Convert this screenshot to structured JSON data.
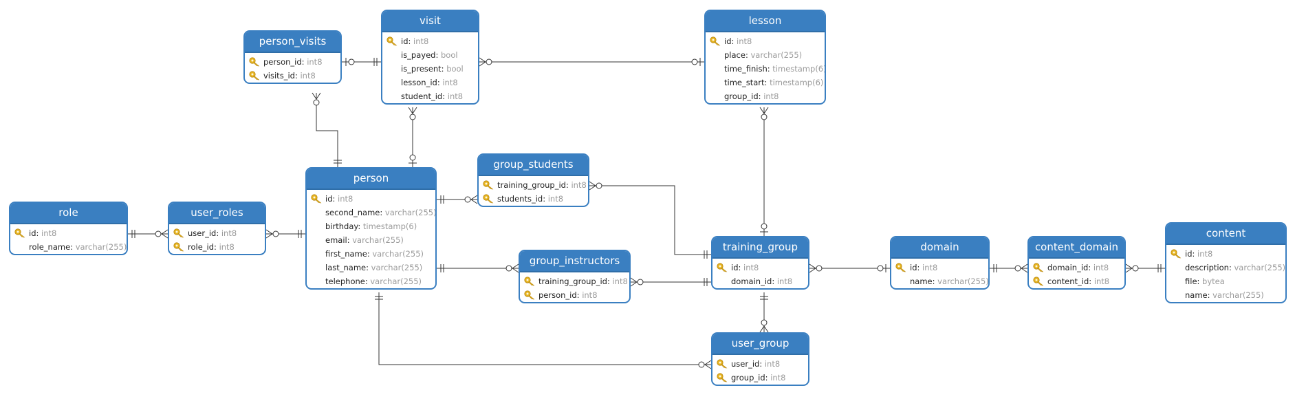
{
  "colors": {
    "header": "#3a7fc1",
    "border": "#3a7fc1",
    "type_text": "#9a9a9a",
    "key": "#e6b422"
  },
  "entities": [
    {
      "id": "person_visits",
      "name": "person_visits",
      "fields": [
        {
          "name": "person_id",
          "type": "int8",
          "pk": true
        },
        {
          "name": "visits_id",
          "type": "int8",
          "pk": true
        }
      ]
    },
    {
      "id": "visit",
      "name": "visit",
      "fields": [
        {
          "name": "id",
          "type": "int8",
          "pk": true
        },
        {
          "name": "is_payed",
          "type": "bool",
          "pk": false
        },
        {
          "name": "is_present",
          "type": "bool",
          "pk": false
        },
        {
          "name": "lesson_id",
          "type": "int8",
          "pk": false
        },
        {
          "name": "student_id",
          "type": "int8",
          "pk": false
        }
      ]
    },
    {
      "id": "lesson",
      "name": "lesson",
      "fields": [
        {
          "name": "id",
          "type": "int8",
          "pk": true
        },
        {
          "name": "place",
          "type": "varchar(255)",
          "pk": false
        },
        {
          "name": "time_finish",
          "type": "timestamp(6)",
          "pk": false
        },
        {
          "name": "time_start",
          "type": "timestamp(6)",
          "pk": false
        },
        {
          "name": "group_id",
          "type": "int8",
          "pk": false
        }
      ]
    },
    {
      "id": "role",
      "name": "role",
      "fields": [
        {
          "name": "id",
          "type": "int8",
          "pk": true
        },
        {
          "name": "role_name",
          "type": "varchar(255)",
          "pk": false
        }
      ]
    },
    {
      "id": "user_roles",
      "name": "user_roles",
      "fields": [
        {
          "name": "user_id",
          "type": "int8",
          "pk": true
        },
        {
          "name": "role_id",
          "type": "int8",
          "pk": true
        }
      ]
    },
    {
      "id": "person",
      "name": "person",
      "fields": [
        {
          "name": "id",
          "type": "int8",
          "pk": true
        },
        {
          "name": "second_name",
          "type": "varchar(255)",
          "pk": false
        },
        {
          "name": "birthday",
          "type": "timestamp(6)",
          "pk": false
        },
        {
          "name": "email",
          "type": "varchar(255)",
          "pk": false
        },
        {
          "name": "first_name",
          "type": "varchar(255)",
          "pk": false
        },
        {
          "name": "last_name",
          "type": "varchar(255)",
          "pk": false
        },
        {
          "name": "telephone",
          "type": "varchar(255)",
          "pk": false
        }
      ]
    },
    {
      "id": "group_students",
      "name": "group_students",
      "fields": [
        {
          "name": "training_group_id",
          "type": "int8",
          "pk": true
        },
        {
          "name": "students_id",
          "type": "int8",
          "pk": true
        }
      ]
    },
    {
      "id": "group_instructors",
      "name": "group_instructors",
      "fields": [
        {
          "name": "training_group_id",
          "type": "int8",
          "pk": true
        },
        {
          "name": "person_id",
          "type": "int8",
          "pk": true
        }
      ]
    },
    {
      "id": "training_group",
      "name": "training_group",
      "fields": [
        {
          "name": "id",
          "type": "int8",
          "pk": true
        },
        {
          "name": "domain_id",
          "type": "int8",
          "pk": false
        }
      ]
    },
    {
      "id": "user_group",
      "name": "user_group",
      "fields": [
        {
          "name": "user_id",
          "type": "int8",
          "pk": true
        },
        {
          "name": "group_id",
          "type": "int8",
          "pk": true
        }
      ]
    },
    {
      "id": "domain",
      "name": "domain",
      "fields": [
        {
          "name": "id",
          "type": "int8",
          "pk": true
        },
        {
          "name": "name",
          "type": "varchar(255)",
          "pk": false
        }
      ]
    },
    {
      "id": "content_domain",
      "name": "content_domain",
      "fields": [
        {
          "name": "domain_id",
          "type": "int8",
          "pk": true
        },
        {
          "name": "content_id",
          "type": "int8",
          "pk": true
        }
      ]
    },
    {
      "id": "content",
      "name": "content",
      "fields": [
        {
          "name": "id",
          "type": "int8",
          "pk": true
        },
        {
          "name": "description",
          "type": "varchar(255)",
          "pk": false
        },
        {
          "name": "file",
          "type": "bytea",
          "pk": false
        },
        {
          "name": "name",
          "type": "varchar(255)",
          "pk": false
        }
      ]
    }
  ],
  "relationships": [
    {
      "from": "person_visits",
      "to": "visit",
      "from_end": "zero-or-one",
      "to_end": "one"
    },
    {
      "from": "visit",
      "to": "lesson",
      "from_end": "zero-or-many",
      "to_end": "zero-or-one"
    },
    {
      "from": "person_visits",
      "to": "person",
      "from_end": "zero-or-many",
      "to_end": "one"
    },
    {
      "from": "visit",
      "to": "person",
      "from_end": "zero-or-many",
      "to_end": "zero-or-one"
    },
    {
      "from": "role",
      "to": "user_roles",
      "from_end": "one",
      "to_end": "zero-or-many"
    },
    {
      "from": "user_roles",
      "to": "person",
      "from_end": "zero-or-many",
      "to_end": "one"
    },
    {
      "from": "person",
      "to": "group_students",
      "from_end": "one",
      "to_end": "zero-or-many"
    },
    {
      "from": "group_students",
      "to": "training_group",
      "from_end": "zero-or-many",
      "to_end": "one"
    },
    {
      "from": "person",
      "to": "group_instructors",
      "from_end": "one",
      "to_end": "zero-or-many"
    },
    {
      "from": "group_instructors",
      "to": "training_group",
      "from_end": "zero-or-many",
      "to_end": "one"
    },
    {
      "from": "lesson",
      "to": "training_group",
      "from_end": "zero-or-many",
      "to_end": "zero-or-one"
    },
    {
      "from": "training_group",
      "to": "domain",
      "from_end": "zero-or-many",
      "to_end": "zero-or-one"
    },
    {
      "from": "training_group",
      "to": "user_group",
      "from_end": "one",
      "to_end": "zero-or-many"
    },
    {
      "from": "person",
      "to": "user_group",
      "from_end": "one",
      "to_end": "zero-or-many"
    },
    {
      "from": "domain",
      "to": "content_domain",
      "from_end": "one",
      "to_end": "zero-or-many"
    },
    {
      "from": "content_domain",
      "to": "content",
      "from_end": "zero-or-many",
      "to_end": "one"
    }
  ]
}
